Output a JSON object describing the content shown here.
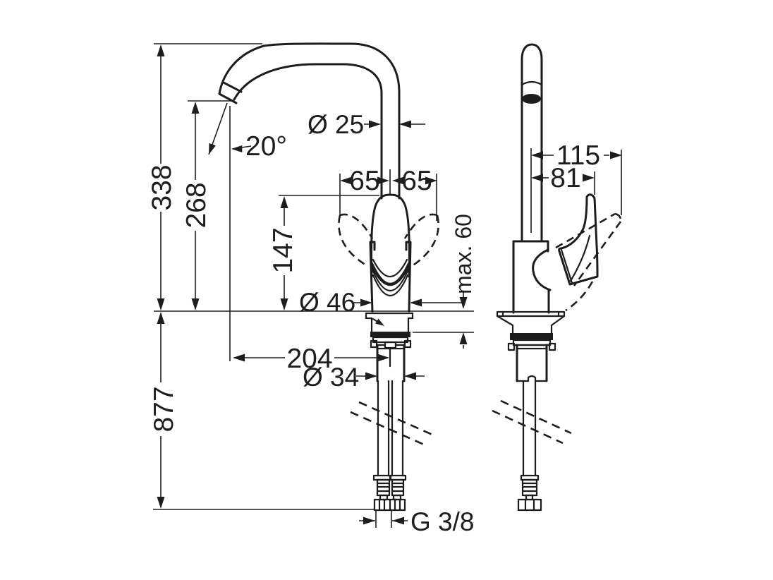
{
  "page": {
    "background": "#ffffff",
    "line_color": "#1d1d1b"
  },
  "drawing": {
    "front_view": {
      "total_height_mm": "338",
      "spout_outlet_height_mm": "268",
      "handle_top_height_mm": "147",
      "supply_hose_length_mm": "877",
      "spout_projection_mm": "204",
      "outlet_angle": "20°",
      "spout_pipe_diameter": "Ø 25",
      "handle_swing_left_mm": "65",
      "handle_swing_right_mm": "65",
      "base_diameter": "Ø 46",
      "tap_hole_diameter": "Ø 34",
      "max_deck_thickness": "max. 60",
      "connection_thread": "G 3/8"
    },
    "side_view": {
      "handle_open_reach_mm": "115",
      "handle_reach_mm": "81"
    }
  }
}
